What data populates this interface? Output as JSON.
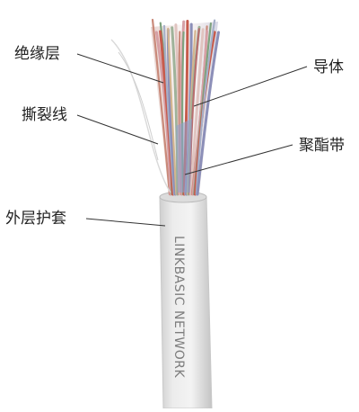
{
  "labels": {
    "insulation": "绝缘层",
    "ripcord": "撕裂线",
    "jacket": "外层护套",
    "conductor": "导体",
    "tape": "聚酯带"
  },
  "jacket_print": "LINKBASIC NETWORK",
  "colors": {
    "jacket": "#e2e2e2",
    "leader_line": "#333333",
    "wire_palette": [
      "#c98a7a",
      "#d6a0a5",
      "#7ea37f",
      "#c75b4c",
      "#a6b0c8",
      "#8c8fb8",
      "#d4b58e",
      "#9fb39a",
      "#b86f6f",
      "#e0c4c0"
    ]
  }
}
